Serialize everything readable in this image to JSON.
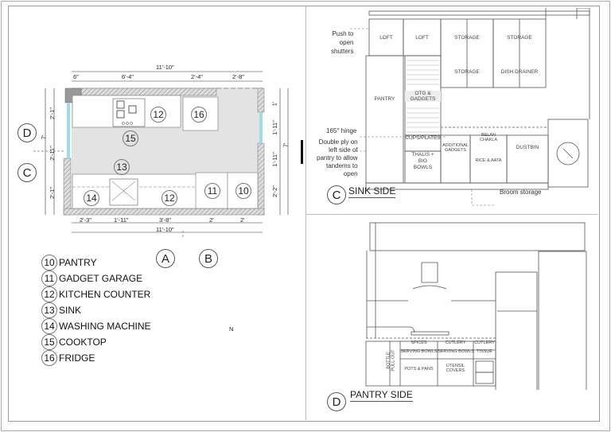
{
  "plan": {
    "top_dims": {
      "total": "11'-10\"",
      "segments": [
        "6\"",
        "6'-4\"",
        "2'-4\"",
        "2'-8\""
      ]
    },
    "bottom_dims": {
      "total": "11'-10\"",
      "segments": [
        "2'-3\"",
        "1'-11\"",
        "3'-8\"",
        "2'",
        "2'"
      ]
    },
    "left_dims": {
      "total": "7'",
      "segments": [
        "2'-1\"",
        "2'-11\"",
        "2'-1\""
      ]
    },
    "right_dims": {
      "total": "7'",
      "segments": [
        "1'",
        "1'-11\"",
        "1'-11\"",
        "2'-2\""
      ]
    },
    "tags": [
      "12",
      "16",
      "15",
      "13",
      "14",
      "12",
      "11",
      "10"
    ]
  },
  "section_markers": {
    "d": "D",
    "c": "C",
    "a": "A",
    "b": "B"
  },
  "legend": [
    {
      "num": "10",
      "label": "PANTRY"
    },
    {
      "num": "11",
      "label": "GADGET GARAGE"
    },
    {
      "num": "12",
      "label": "KITCHEN COUNTER"
    },
    {
      "num": "13",
      "label": "SINK"
    },
    {
      "num": "14",
      "label": "WASHING MACHINE"
    },
    {
      "num": "15",
      "label": "COOKTOP"
    },
    {
      "num": "16",
      "label": "FRIDGE"
    }
  ],
  "north": {
    "label": "N"
  },
  "sink_side": {
    "tag": "C",
    "title": "SINK SIDE",
    "notes": {
      "push": "Push to\nopen\nshutters",
      "hinge": "165° hinge",
      "ply": "Double ply on\nleft side of\npantry to allow\ntandems to\nopen",
      "broom": "Broom storage"
    },
    "cabinets": {
      "loft1": "LOFT",
      "loft2": "LOFT",
      "storage1": "STORAGE",
      "storage2": "STORAGE",
      "storage3": "STORAGE",
      "dish": "DISH DRAINER",
      "pantry": "PANTRY",
      "otg": "OTG &\nGADGETS",
      "cups": "CUPS/PLATES",
      "thalis": "THALIS +\nBIG\nBOWLS",
      "additional": "ADDITIONAL\nGADGETS",
      "belan": "BELAN\nCHAKLA",
      "rice": "RICE & AATA",
      "dustbin": "DUSTBIN"
    }
  },
  "pantry_side": {
    "tag": "D",
    "title": "PANTRY SIDE",
    "cabinets": {
      "bottle": "BOTTLE\nPULL-OUT",
      "spices": "SPICES",
      "cutlery1": "CUTLERY",
      "cutlery2": "CUTLERY",
      "serving1": "SERVING BOWLS",
      "serving2": "SERVING BOWLS",
      "tissue": "TISSUE",
      "pots": "POTS & PANS",
      "utensil": "UTENSIL\nCOVERS"
    }
  }
}
